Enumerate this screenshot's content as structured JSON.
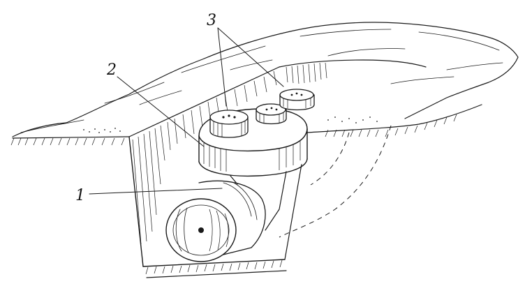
{
  "figure": {
    "labels": {
      "tank": "1",
      "cover_slab": "2",
      "hatches": "3"
    }
  }
}
